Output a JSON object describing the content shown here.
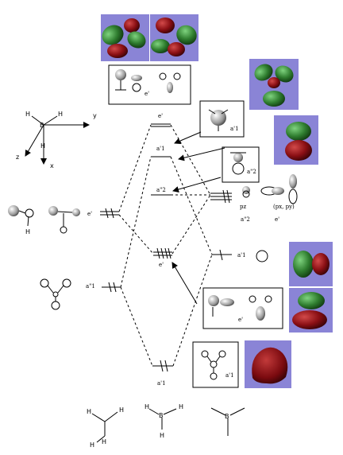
{
  "diagram": {
    "axes": {
      "H1": "H",
      "H2": "H",
      "H3": "H",
      "B": "B",
      "y": "y",
      "z": "z",
      "x": "x"
    },
    "left_levels": {
      "e_prime": "e'",
      "a1_double_prime": "a\"1"
    },
    "center_levels": {
      "e_prime_top": "e'",
      "a1_prime_upper": "a'1",
      "a2_double_prime": "a\"2",
      "e_prime_bonding": "e'",
      "a1_prime_bottom": "a'1"
    },
    "right_atom": {
      "pz_label": "pz",
      "a2_label": "a\"2",
      "pxpy_label": "(px, py)",
      "e_label": "e'",
      "a1_label": "a'1"
    },
    "boxes": {
      "top_box_label": "e'",
      "small_box_label": "a'1",
      "a2_box_label": "a\"2",
      "lower_box_label": "e'",
      "bottom_box_label": "a'1"
    },
    "bottom_molecules": {
      "planar_H_1": "H",
      "planar_H_2": "H",
      "planar_H_3": "H",
      "planar_H_4": "H",
      "bh3_B": "B",
      "bh3_H_1": "H",
      "bh3_H_2": "H",
      "bh3_H_3": "H",
      "y_B": "B"
    },
    "colors": {
      "panel_bg": "#8a84d6",
      "green_lobe": "#2f7d2f",
      "red_lobe": "#8a0f14",
      "line": "#000000"
    }
  }
}
